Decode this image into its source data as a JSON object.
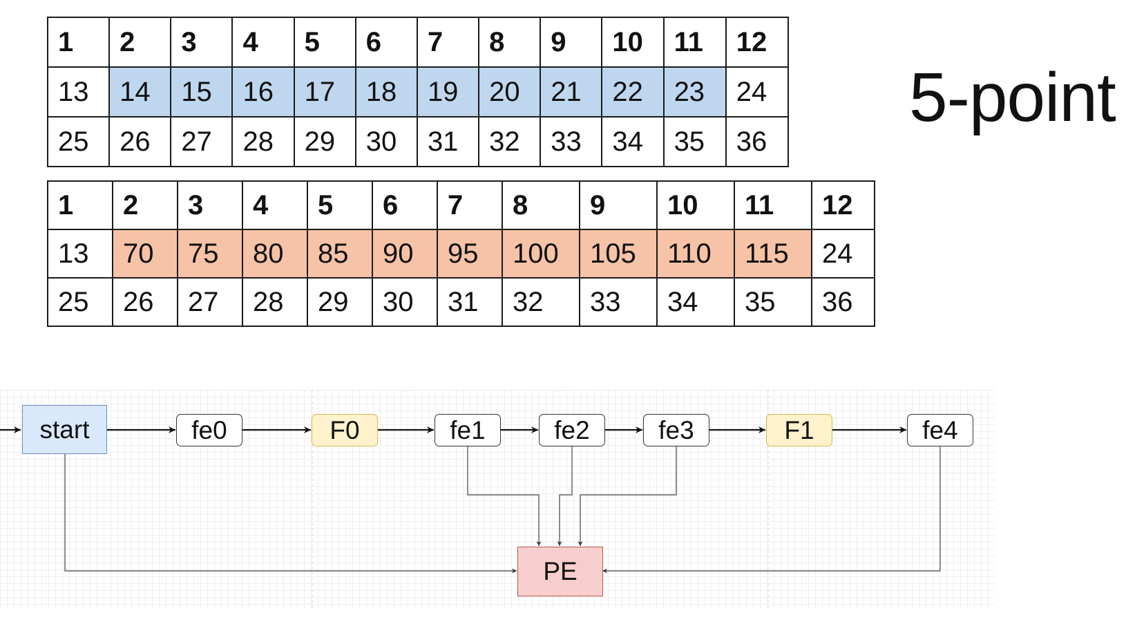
{
  "grid_top": {
    "rows": [
      [
        "1",
        "2",
        "3",
        "4",
        "5",
        "6",
        "7",
        "8",
        "9",
        "10",
        "11",
        "12"
      ],
      [
        "13",
        "14",
        "15",
        "16",
        "17",
        "18",
        "19",
        "20",
        "21",
        "22",
        "23",
        "24"
      ],
      [
        "25",
        "26",
        "27",
        "28",
        "29",
        "30",
        "31",
        "32",
        "33",
        "34",
        "35",
        "36"
      ]
    ],
    "highlight": {
      "row": 1,
      "from_col": 1,
      "to_col": 10,
      "color": "#bfd7ee"
    }
  },
  "grid_bottom": {
    "rows": [
      [
        "1",
        "2",
        "3",
        "4",
        "5",
        "6",
        "7",
        "8",
        "9",
        "10",
        "11",
        "12"
      ],
      [
        "13",
        "70",
        "75",
        "80",
        "85",
        "90",
        "95",
        "100",
        "105",
        "110",
        "115",
        "24"
      ],
      [
        "25",
        "26",
        "27",
        "28",
        "29",
        "30",
        "31",
        "32",
        "33",
        "34",
        "35",
        "36"
      ]
    ],
    "highlight": {
      "row": 1,
      "from_col": 1,
      "to_col": 10,
      "color": "#f7c3a6"
    }
  },
  "title": "5-point",
  "flow": {
    "nodes": {
      "start": "start",
      "fe0": "fe0",
      "F0": "F0",
      "fe1": "fe1",
      "fe2": "fe2",
      "fe3": "fe3",
      "F1": "F1",
      "fe4": "fe4",
      "PE": "PE"
    },
    "colors": {
      "start_fill": "#dae8fc",
      "yellow_fill": "#fff2cc",
      "pe_fill": "#f8cecc"
    }
  }
}
